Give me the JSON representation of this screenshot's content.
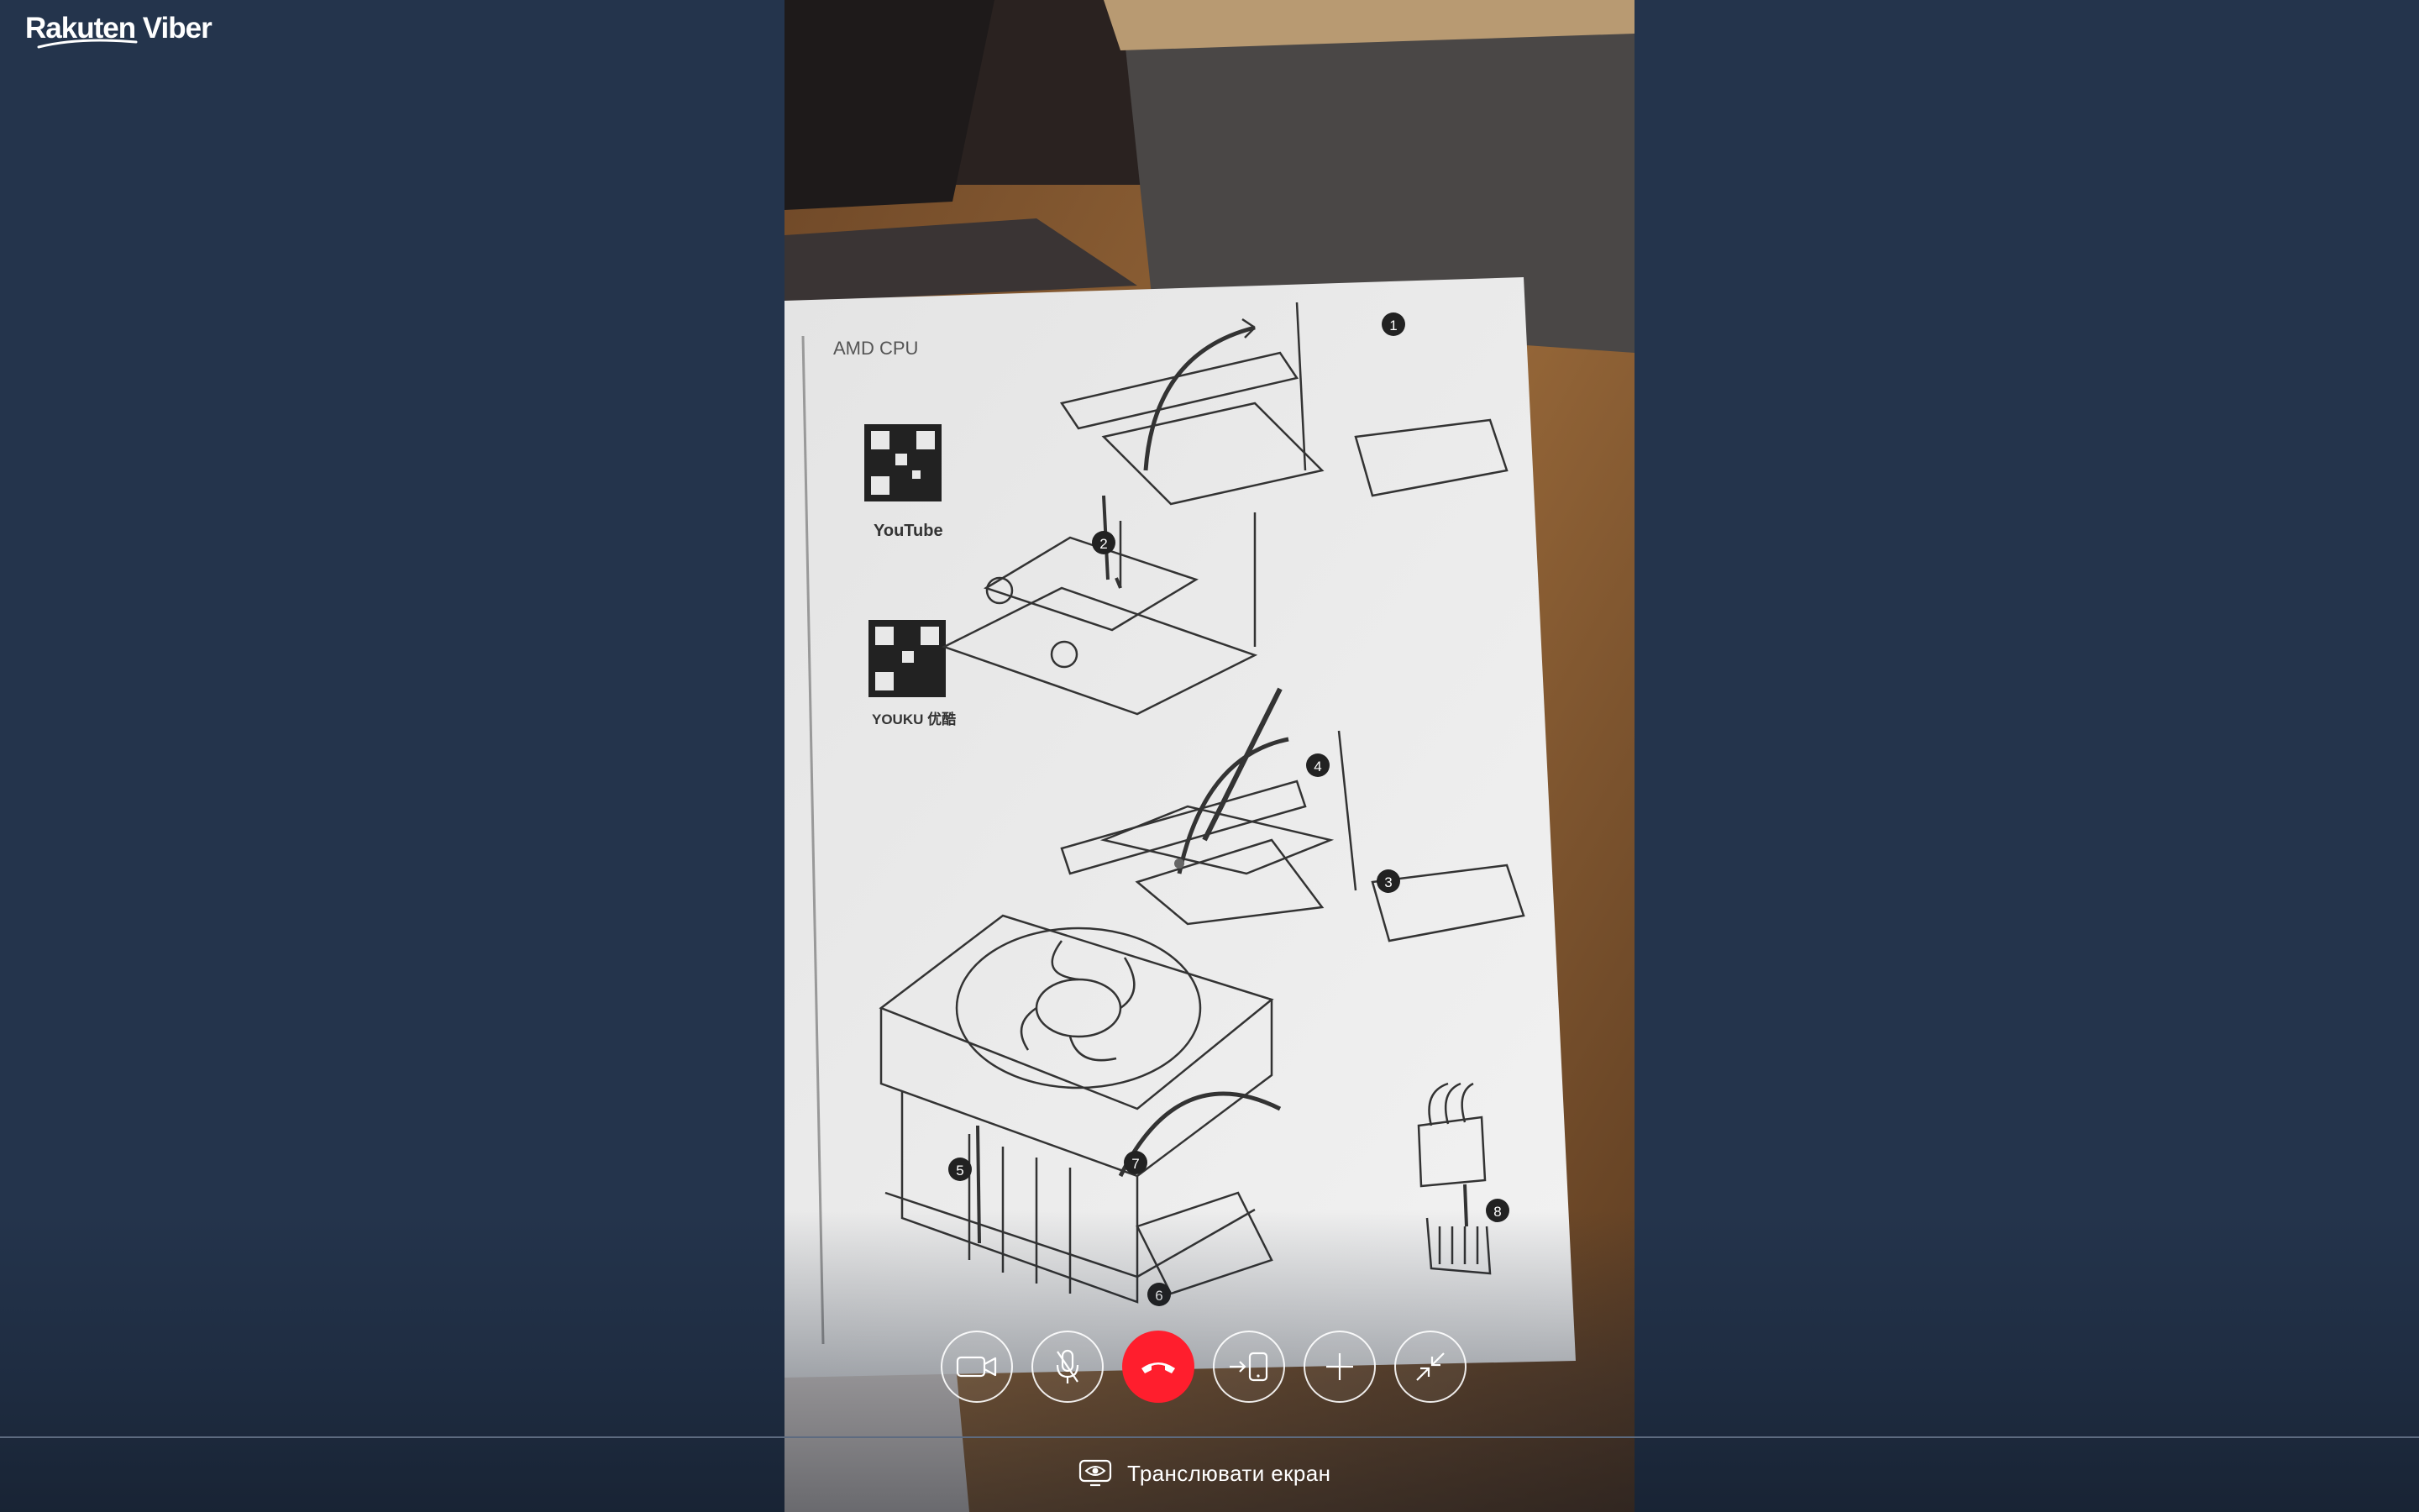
{
  "app": {
    "logo_text": "Rakuten Viber"
  },
  "video": {
    "manual": {
      "header": "AMD CPU",
      "qr_labels": [
        "YouTube",
        "YOUKU 优酷"
      ],
      "steps": [
        "1",
        "2",
        "3",
        "4",
        "5",
        "6",
        "7",
        "8"
      ]
    }
  },
  "controls": [
    {
      "name": "camera-button",
      "icon": "video-camera-icon"
    },
    {
      "name": "microphone-button",
      "icon": "microphone-icon"
    },
    {
      "name": "end-call-button",
      "icon": "phone-hangup-icon",
      "color": "#ff1e2d"
    },
    {
      "name": "transfer-call-button",
      "icon": "transfer-to-phone-icon"
    },
    {
      "name": "add-participant-button",
      "icon": "plus-icon"
    },
    {
      "name": "minimize-button",
      "icon": "minimize-arrows-icon"
    }
  ],
  "footer": {
    "broadcast_label": "Транслювати екран",
    "broadcast_icon": "eye-screen-icon"
  },
  "colors": {
    "background": "#24344c",
    "end_call": "#ff1e2d"
  }
}
